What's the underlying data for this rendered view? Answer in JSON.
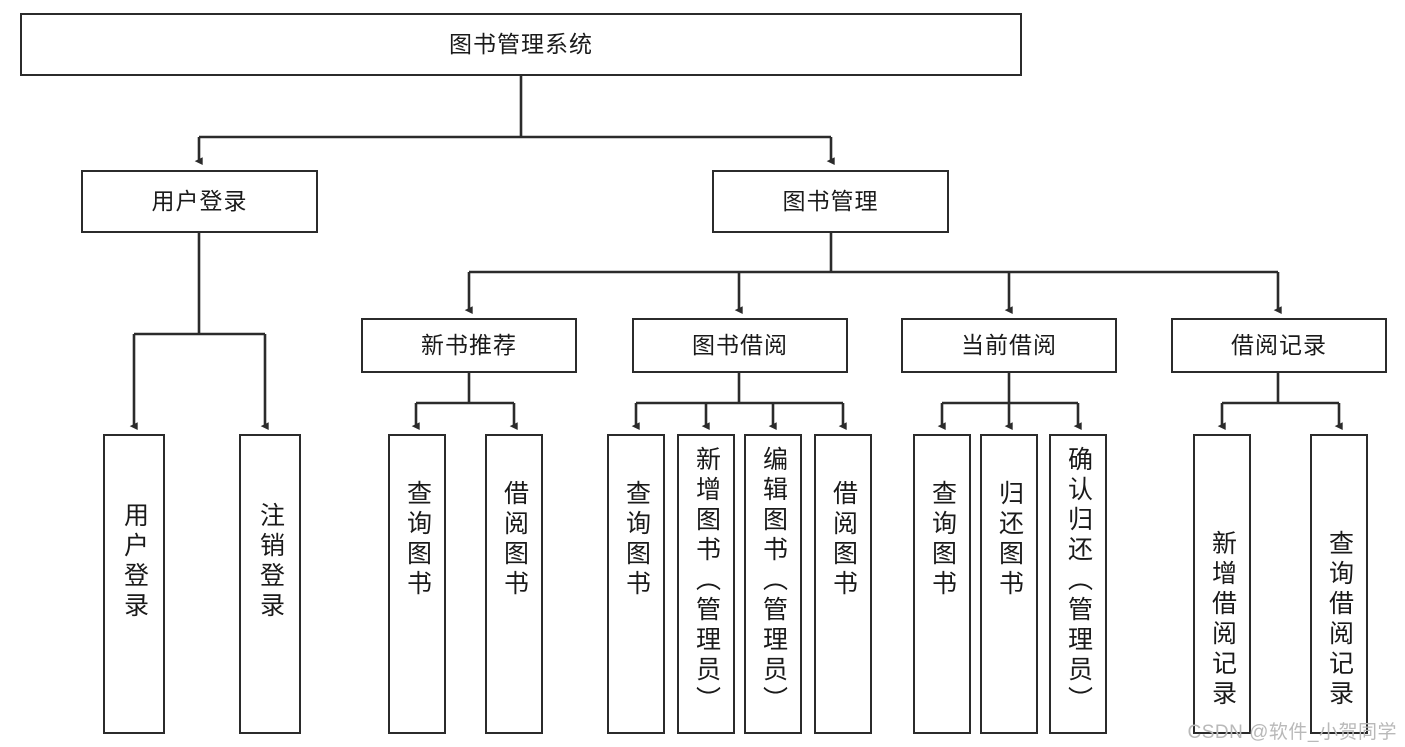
{
  "diagram": {
    "type": "tree-hierarchy",
    "title": "图书管理系统",
    "watermark": "CSDN @软件_小贺同学",
    "colors": {
      "stroke": "#2b2b2b",
      "fill": "#ffffff",
      "text": "#1a1a1a",
      "watermark": "#b9b9b9"
    },
    "levels": {
      "root": {
        "label": "图书管理系统"
      },
      "level2": [
        {
          "id": "user-login",
          "label": "用户登录"
        },
        {
          "id": "book-manage",
          "label": "图书管理"
        }
      ],
      "level3": [
        {
          "id": "new-book-recommend",
          "label": "新书推荐",
          "parent": "book-manage"
        },
        {
          "id": "book-borrow",
          "label": "图书借阅",
          "parent": "book-manage"
        },
        {
          "id": "current-borrow",
          "label": "当前借阅",
          "parent": "book-manage"
        },
        {
          "id": "borrow-record",
          "label": "借阅记录",
          "parent": "book-manage"
        }
      ],
      "leaves": [
        {
          "id": "leaf-user-login",
          "label": "用户登录",
          "parent": "user-login"
        },
        {
          "id": "leaf-user-logout",
          "label": "注销登录",
          "parent": "user-login"
        },
        {
          "id": "leaf-query-book-1",
          "label": "查询图书",
          "parent": "new-book-recommend"
        },
        {
          "id": "leaf-borrow-book-1",
          "label": "借阅图书",
          "parent": "new-book-recommend"
        },
        {
          "id": "leaf-query-book-2",
          "label": "查询图书",
          "parent": "book-borrow"
        },
        {
          "id": "leaf-add-book",
          "label": "新增图书（管理员）",
          "parent": "book-borrow"
        },
        {
          "id": "leaf-edit-book",
          "label": "编辑图书（管理员）",
          "parent": "book-borrow"
        },
        {
          "id": "leaf-borrow-book-2",
          "label": "借阅图书",
          "parent": "book-borrow"
        },
        {
          "id": "leaf-query-book-3",
          "label": "查询图书",
          "parent": "current-borrow"
        },
        {
          "id": "leaf-return-book",
          "label": "归还图书",
          "parent": "current-borrow"
        },
        {
          "id": "leaf-confirm-return",
          "label": "确认归还（管理员）",
          "parent": "current-borrow"
        },
        {
          "id": "leaf-add-record",
          "label": "新增借阅记录",
          "parent": "borrow-record"
        },
        {
          "id": "leaf-query-record",
          "label": "查询借阅记录",
          "parent": "borrow-record"
        }
      ]
    }
  }
}
